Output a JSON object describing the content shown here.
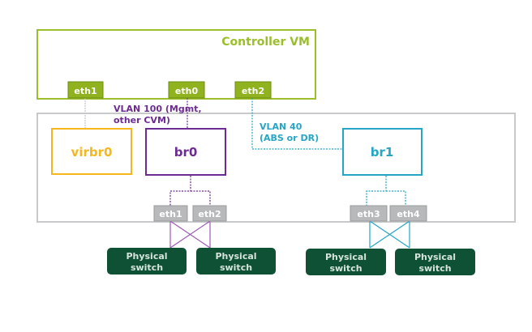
{
  "colors": {
    "cvm_green": "#9bbf2b",
    "cvm_port_fill": "#8fb21e",
    "cvm_port_border": "#6e8c12",
    "host_gray": "#c7c9cb",
    "virbr_yellow": "#f5b61e",
    "br0_purple": "#6d2c91",
    "br1_teal": "#27a5c5",
    "nic_gray": "#b7b9bb",
    "switch_green": "#0e5134",
    "eth1_line": "#c4c6c8"
  },
  "controller_vm": {
    "title": "Controller VM",
    "ports": [
      {
        "id": "cvm-eth1",
        "label": "eth1"
      },
      {
        "id": "cvm-eth0",
        "label": "eth0"
      },
      {
        "id": "cvm-eth2",
        "label": "eth2"
      }
    ]
  },
  "bridges": [
    {
      "id": "virbr0",
      "label": "virbr0"
    },
    {
      "id": "br0",
      "label": "br0"
    },
    {
      "id": "br1",
      "label": "br1"
    }
  ],
  "vlan_labels": {
    "vlan100_line1": "VLAN 100 (Mgmt,",
    "vlan100_line2": "other CVM)",
    "vlan40_line1": "VLAN 40",
    "vlan40_line2": "(ABS or DR)"
  },
  "host_nics": [
    {
      "id": "nic-eth1",
      "label": "eth1"
    },
    {
      "id": "nic-eth2",
      "label": "eth2"
    },
    {
      "id": "nic-eth3",
      "label": "eth3"
    },
    {
      "id": "nic-eth4",
      "label": "eth4"
    }
  ],
  "switches": [
    {
      "line1": "Physical",
      "line2": "switch"
    },
    {
      "line1": "Physical",
      "line2": "switch"
    },
    {
      "line1": "Physical",
      "line2": "switch"
    },
    {
      "line1": "Physical",
      "line2": "switch"
    }
  ]
}
